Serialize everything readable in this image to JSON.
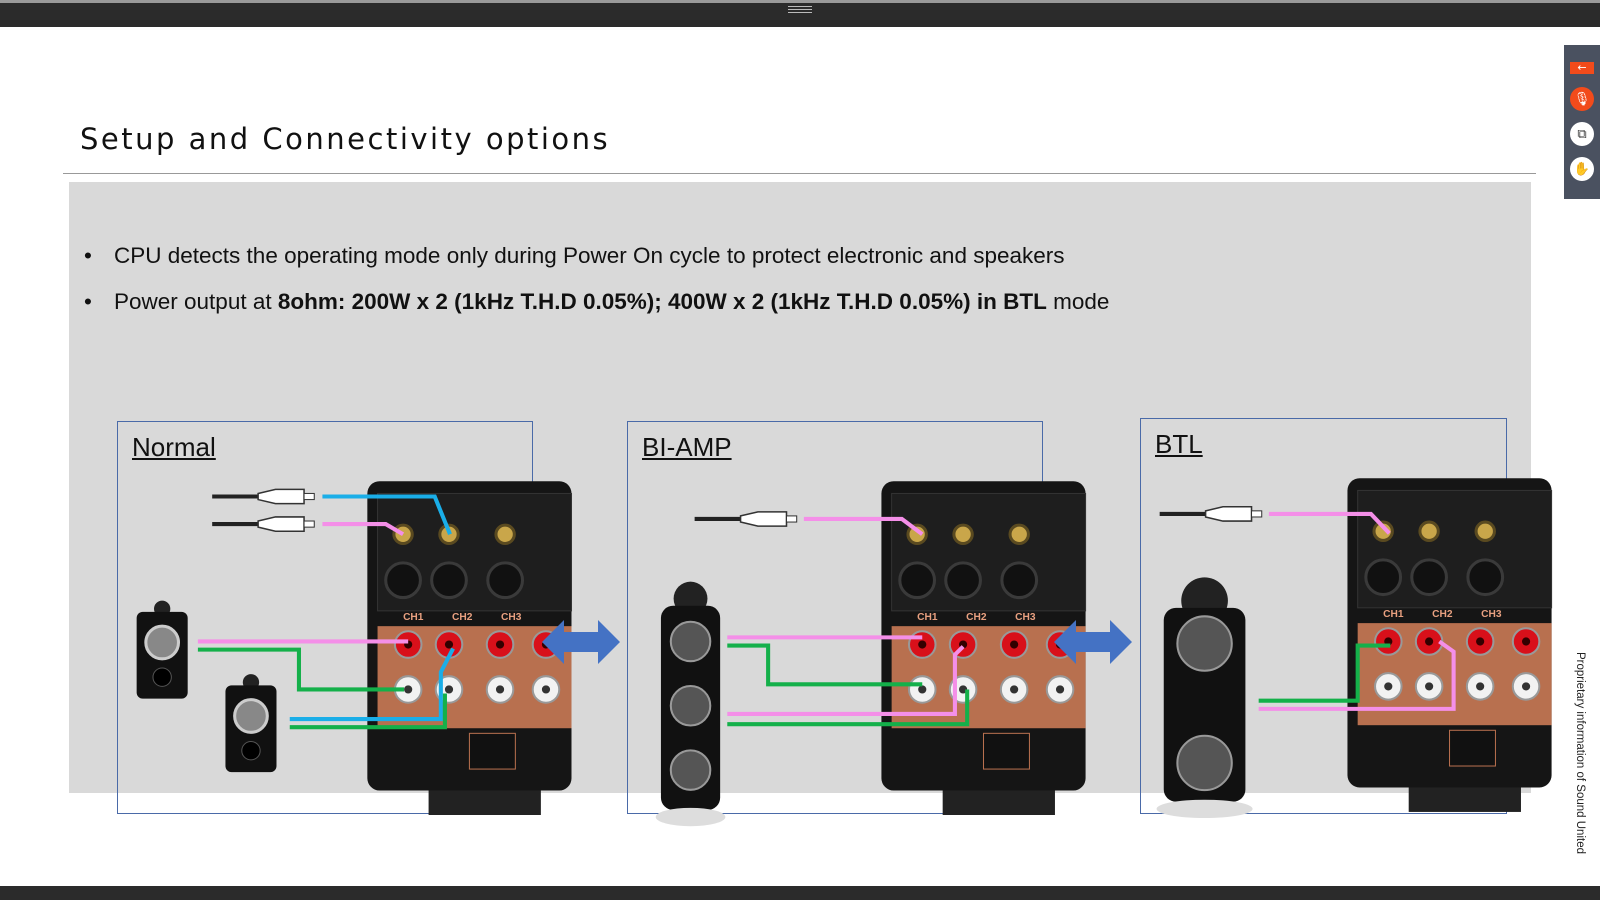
{
  "slide": {
    "title": "Setup and Connectivity options",
    "bullets": [
      {
        "text": "CPU detects the operating mode only during Power On cycle to protect electronic and speakers"
      },
      {
        "prefix": "Power output at ",
        "bold1": "8ohm: 200W x 2 (1kHz T.H.D 0.05%); 400W x 2 (1kHz T.H.D 0.05%) in BTL",
        "suffix": " mode"
      }
    ],
    "panels": [
      {
        "label": "Normal"
      },
      {
        "label": "BI-AMP"
      },
      {
        "label": "BTL"
      }
    ],
    "amp_channel_labels": [
      "CH1",
      "CH2",
      "CH3"
    ],
    "footer_vertical": "Proprietary information of Sound United"
  },
  "toolbar": {
    "icons": [
      "back-arrow-icon",
      "mic-muted-icon",
      "copy-windows-icon",
      "raise-hand-icon"
    ]
  },
  "colors": {
    "cable_blue": "#1aaee8",
    "cable_pink": "#f48fe8",
    "cable_green": "#14b04a",
    "panel_border": "#4a6aa8",
    "arrow": "#4472c4",
    "toolbar_accent": "#f24b1b"
  }
}
